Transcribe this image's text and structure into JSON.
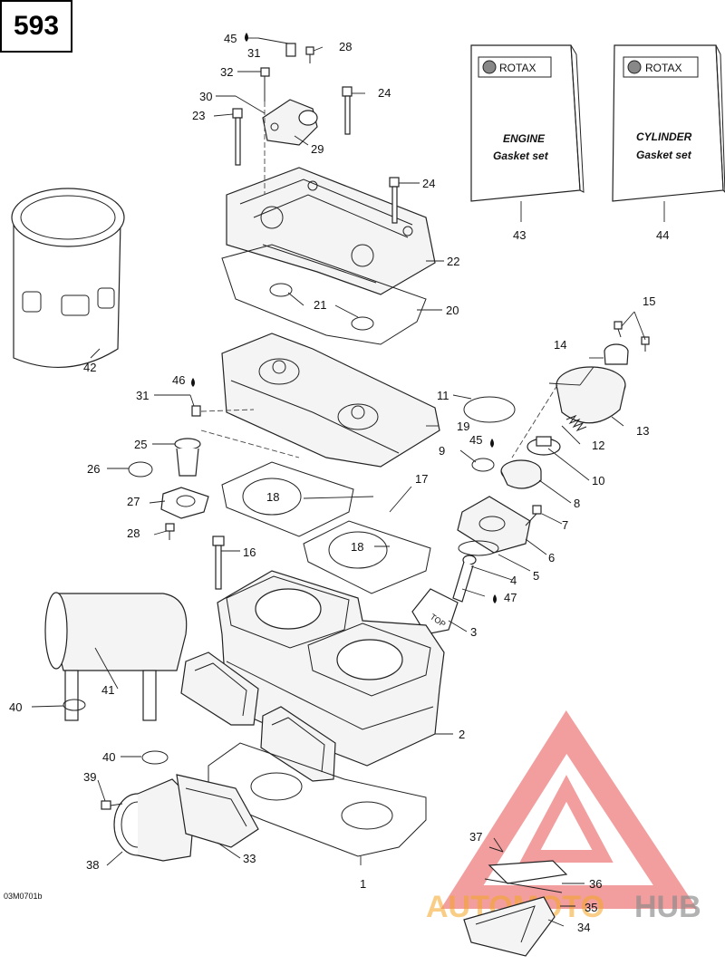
{
  "page_number": "593",
  "drawing_code": "03M0701b",
  "books": [
    {
      "brand": "ROTAX",
      "line1": "ENGINE",
      "line2": "Gasket set",
      "callout": "43"
    },
    {
      "brand": "ROTAX",
      "line1": "CYLINDER",
      "line2": "Gasket set",
      "callout": "44"
    }
  ],
  "callouts": [
    "1",
    "2",
    "3",
    "4",
    "5",
    "6",
    "7",
    "8",
    "9",
    "10",
    "11",
    "12",
    "13",
    "14",
    "15",
    "16",
    "17",
    "18",
    "18",
    "19",
    "20",
    "21",
    "22",
    "23",
    "24",
    "24",
    "25",
    "26",
    "27",
    "28",
    "28",
    "29",
    "30",
    "31",
    "31",
    "32",
    "33",
    "34",
    "35",
    "36",
    "37",
    "38",
    "39",
    "40",
    "40",
    "41",
    "42",
    "45",
    "45",
    "46",
    "47"
  ],
  "watermark": {
    "part1": "AUTOMOTO",
    "part2": "HUB",
    "color1": "#f5a623",
    "color2": "#8a8a8a",
    "logo_color": "#e85050"
  }
}
